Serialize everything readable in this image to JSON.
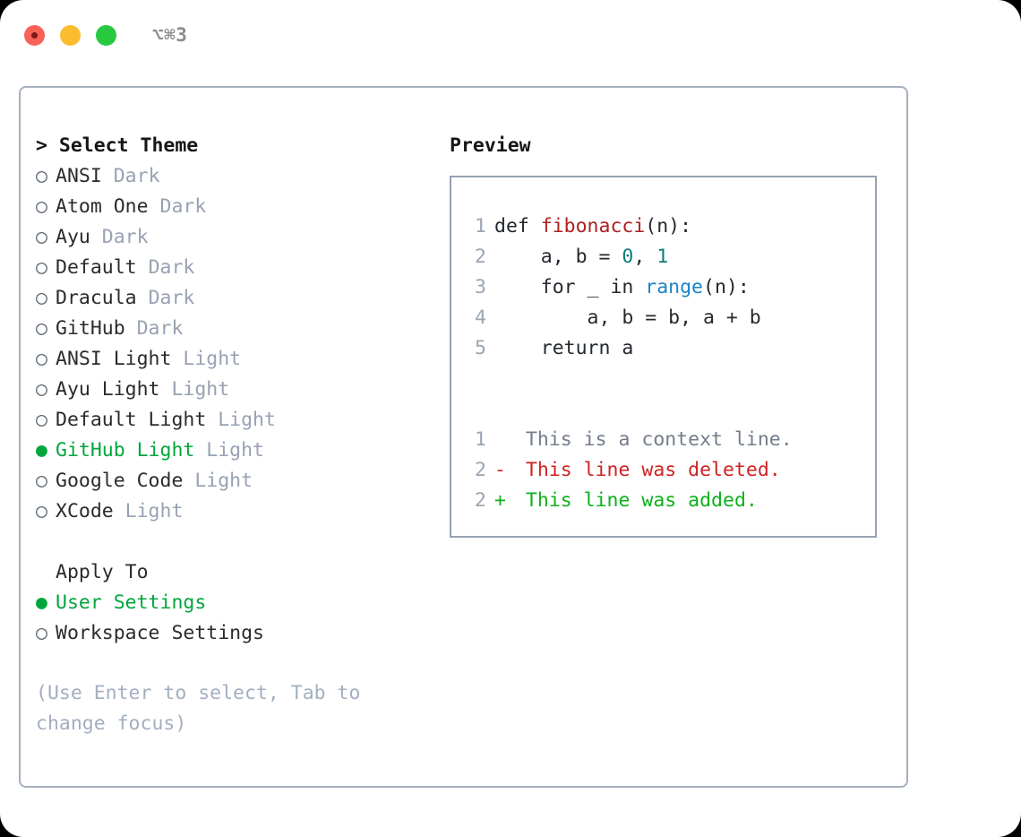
{
  "titlebar": {
    "shortcut": "⌥⌘3",
    "buttons": [
      {
        "name": "close",
        "color": "#fa6159"
      },
      {
        "name": "minimize",
        "color": "#fcbc2f"
      },
      {
        "name": "maximize",
        "color": "#28c83f"
      }
    ]
  },
  "theme_picker": {
    "heading_prefix": "> ",
    "heading": "Select Theme",
    "marker_unselected": "○",
    "marker_selected": "●",
    "selected_color": "#00a63c",
    "items": [
      {
        "marker": "○",
        "name": "ANSI",
        "variant": "Dark",
        "selected": false
      },
      {
        "marker": "○",
        "name": "Atom One",
        "variant": "Dark",
        "selected": false
      },
      {
        "marker": "○",
        "name": "Ayu",
        "variant": "Dark",
        "selected": false
      },
      {
        "marker": "○",
        "name": "Default",
        "variant": "Dark",
        "selected": false
      },
      {
        "marker": "○",
        "name": "Dracula",
        "variant": "Dark",
        "selected": false
      },
      {
        "marker": "○",
        "name": "GitHub",
        "variant": "Dark",
        "selected": false
      },
      {
        "marker": "○",
        "name": "ANSI Light",
        "variant": "Light",
        "selected": false
      },
      {
        "marker": "○",
        "name": "Ayu Light",
        "variant": "Light",
        "selected": false
      },
      {
        "marker": "○",
        "name": "Default Light",
        "variant": "Light",
        "selected": false
      },
      {
        "marker": "●",
        "name": "GitHub Light",
        "variant": "Light",
        "selected": true
      },
      {
        "marker": "○",
        "name": "Google Code",
        "variant": "Light",
        "selected": false
      },
      {
        "marker": "○",
        "name": "XCode",
        "variant": "Light",
        "selected": false
      }
    ]
  },
  "apply_to": {
    "heading": "Apply To",
    "items": [
      {
        "marker": "●",
        "label": "User Settings",
        "selected": true
      },
      {
        "marker": "○",
        "label": "Workspace Settings",
        "selected": false
      }
    ]
  },
  "hint": "(Use Enter to select, Tab to change focus)",
  "preview": {
    "label": "Preview",
    "code_lines": [
      {
        "num": "1",
        "parts": [
          {
            "t": "def ",
            "k": "plain"
          },
          {
            "t": "fibonacci",
            "k": "fn"
          },
          {
            "t": "(n):",
            "k": "plain"
          }
        ]
      },
      {
        "num": "2",
        "parts": [
          {
            "t": "    a, b = ",
            "k": "plain"
          },
          {
            "t": "0",
            "k": "num"
          },
          {
            "t": ", ",
            "k": "plain"
          },
          {
            "t": "1",
            "k": "num"
          }
        ]
      },
      {
        "num": "3",
        "parts": [
          {
            "t": "    for _ in ",
            "k": "plain"
          },
          {
            "t": "range",
            "k": "call"
          },
          {
            "t": "(n):",
            "k": "plain"
          }
        ]
      },
      {
        "num": "4",
        "parts": [
          {
            "t": "        a, b = b, a + b",
            "k": "plain"
          }
        ]
      },
      {
        "num": "5",
        "parts": [
          {
            "t": "    return a",
            "k": "plain"
          }
        ]
      }
    ],
    "diff_lines": [
      {
        "num": "1",
        "mark": " ",
        "text": " This is a context line.",
        "kind": "context"
      },
      {
        "num": "2",
        "mark": "-",
        "text": " This line was deleted.",
        "kind": "deleted"
      },
      {
        "num": "2",
        "mark": "+",
        "text": " This line was added.",
        "kind": "added"
      }
    ]
  }
}
